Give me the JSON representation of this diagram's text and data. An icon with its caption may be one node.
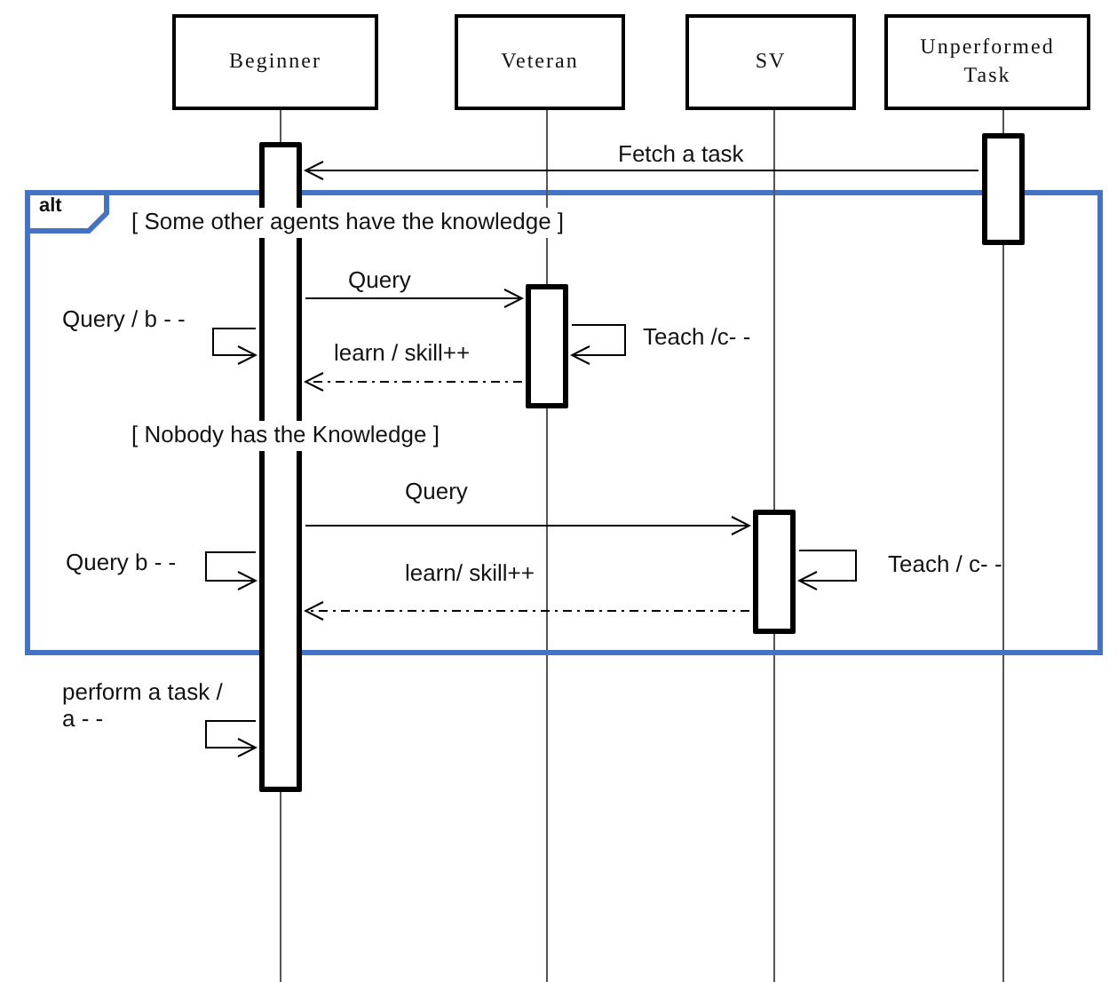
{
  "diagram": {
    "nodes": [
      {
        "text": [
          "Beginner"
        ]
      },
      {
        "text": [
          "Veteran"
        ]
      },
      {
        "text": [
          "SV"
        ]
      },
      {
        "text": [
          "Unperformed Task"
        ]
      },
      {
        "text": [],
        "shape": "box"
      },
      {
        "text": [],
        "shape": "box"
      },
      {
        "text": [],
        "shape": "box"
      },
      {
        "text": [],
        "shape": "box"
      }
    ],
    "edges": [
      {
        "from": 0,
        "to": 4,
        "arrow": "none"
      },
      {
        "from": 1,
        "to": 6,
        "arrow": "none"
      },
      {
        "from": 2,
        "to": 7,
        "arrow": "none"
      },
      {
        "from": 3,
        "to": 5,
        "arrow": "none"
      },
      {
        "from": 5,
        "to": 4,
        "arrow": "to",
        "label": "Fetch a task"
      },
      {
        "from": 4,
        "to": 6,
        "arrow": "to",
        "label": "Query"
      },
      {
        "from": 4,
        "to": 4,
        "arrow": "to",
        "label": "Query / b - -"
      },
      {
        "from": 6,
        "to": 6,
        "arrow": "to",
        "label": "Teach /c- -"
      },
      {
        "from": 6,
        "to": 4,
        "arrow": "to",
        "label": "learn / skill++",
        "style": "dashed"
      },
      {
        "from": 4,
        "to": 7,
        "arrow": "to",
        "label": "Query"
      },
      {
        "from": 4,
        "to": 4,
        "arrow": "to",
        "label": "Query b - -"
      },
      {
        "from": 7,
        "to": 7,
        "arrow": "to",
        "label": "Teach / c- -"
      },
      {
        "from": 7,
        "to": 4,
        "arrow": "to",
        "label": "learn/ skill++",
        "style": "dashed"
      },
      {
        "from": 4,
        "to": 4,
        "arrow": "to",
        "label": "perform a task / a - -"
      }
    ],
    "labels": [
      "alt",
      "[ Some other agents have the knowledge ]",
      "[ Nobody has the Knowledge ]"
    ]
  }
}
